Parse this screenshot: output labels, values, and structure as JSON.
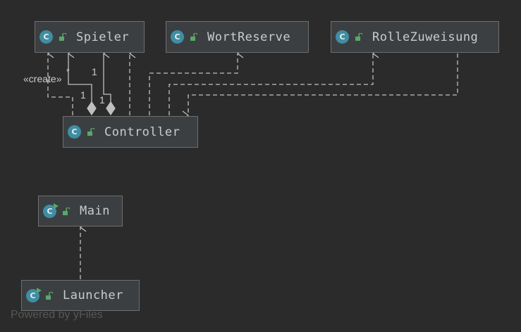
{
  "nodes": {
    "spieler": {
      "label": "Spieler",
      "icon": "class-icon",
      "access": "public"
    },
    "wortreserve": {
      "label": "WortReserve",
      "icon": "class-icon",
      "access": "public"
    },
    "rollezuweisung": {
      "label": "RolleZuweisung",
      "icon": "class-icon",
      "access": "public"
    },
    "controller": {
      "label": "Controller",
      "icon": "class-icon",
      "access": "public"
    },
    "main": {
      "label": "Main",
      "icon": "runnable-class-icon",
      "access": "public"
    },
    "launcher": {
      "label": "Launcher",
      "icon": "runnable-class-icon",
      "access": "public"
    }
  },
  "icon_glyph": "C",
  "edges": [
    {
      "from": "Controller",
      "to": "Spieler",
      "type": "dependency",
      "label": "«create»"
    },
    {
      "from": "Controller",
      "to": "Spieler",
      "type": "aggregation",
      "multiplicity_source": "1",
      "multiplicity_target": "*"
    },
    {
      "from": "Controller",
      "to": "Spieler",
      "type": "aggregation",
      "multiplicity_source": "1",
      "multiplicity_target": "1"
    },
    {
      "from": "Controller",
      "to": "Spieler",
      "type": "dependency"
    },
    {
      "from": "Controller",
      "to": "WortReserve",
      "type": "dependency"
    },
    {
      "from": "Controller",
      "to": "RolleZuweisung",
      "type": "dependency"
    },
    {
      "from": "RolleZuweisung",
      "to": "Controller",
      "type": "dependency"
    },
    {
      "from": "Launcher",
      "to": "Main",
      "type": "dependency"
    }
  ],
  "edge_labels": {
    "create": "«create»",
    "mult_star": "*",
    "mult_one_a": "1",
    "mult_one_b": "1",
    "mult_one_c": "1"
  },
  "watermark": "Powered by yFiles",
  "colors": {
    "background": "#2b2b2b",
    "node_fill": "#3c3f41",
    "node_border": "#6e6e6e",
    "edge": "#bfbfbf",
    "class_icon": "#3f8ea3",
    "lock_icon": "#59a869",
    "text": "#c9ccd0"
  }
}
